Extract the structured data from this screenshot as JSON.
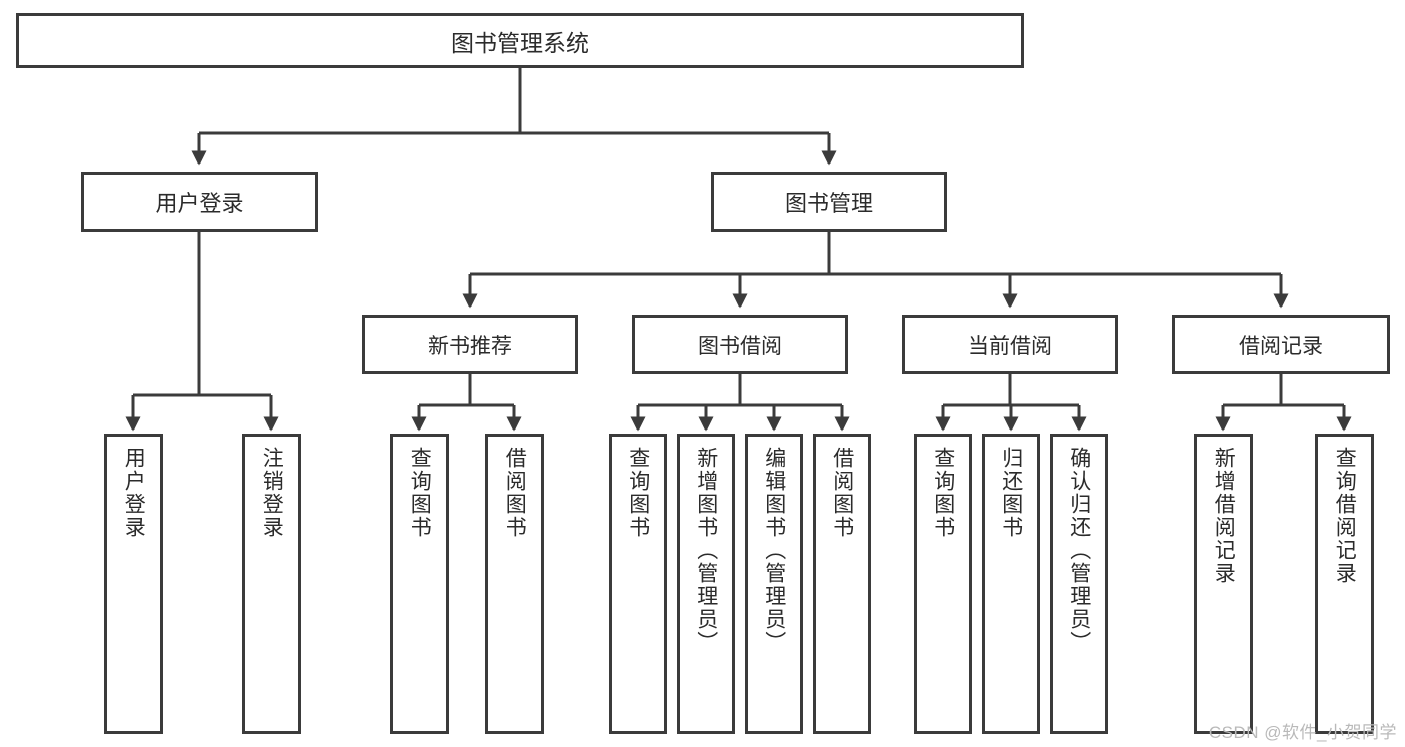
{
  "diagram": {
    "title": "图书管理系统",
    "type": "hierarchy-tree",
    "watermark": "CSDN @软件_小贺同学",
    "colors": {
      "stroke": "#3b3b3b",
      "text": "#2b2b2b",
      "background": "#ffffff",
      "watermark": "#b9b9b9"
    },
    "root": {
      "label": "图书管理系统"
    },
    "level1": [
      {
        "label": "用户登录"
      },
      {
        "label": "图书管理"
      }
    ],
    "level2": [
      {
        "label": "新书推荐"
      },
      {
        "label": "图书借阅"
      },
      {
        "label": "当前借阅"
      },
      {
        "label": "借阅记录"
      }
    ],
    "leaves": {
      "user_login": [
        {
          "label": "用户登录"
        },
        {
          "label": "注销登录"
        }
      ],
      "new_book_recommend": [
        {
          "label": "查询图书"
        },
        {
          "label": "借阅图书"
        }
      ],
      "book_borrow": [
        {
          "label": "查询图书"
        },
        {
          "label": "新增图书（管理员）"
        },
        {
          "label": "编辑图书（管理员）"
        },
        {
          "label": "借阅图书"
        }
      ],
      "current_borrow": [
        {
          "label": "查询图书"
        },
        {
          "label": "归还图书"
        },
        {
          "label": "确认归还（管理员）"
        }
      ],
      "borrow_record": [
        {
          "label": "新增借阅记录"
        },
        {
          "label": "查询借阅记录"
        }
      ]
    }
  }
}
